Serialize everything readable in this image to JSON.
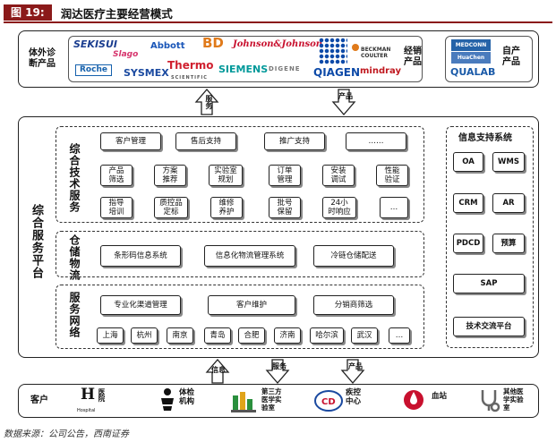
{
  "figure": {
    "tag": "图 19:",
    "title": "润达医疗主要经营模式"
  },
  "top": {
    "label1": "体外诊",
    "label2": "断产品",
    "logos": [
      "SEKISUI",
      "Slago",
      "Abbott",
      "BD",
      "Johnson&Johnson",
      "Roche",
      "SYSMEX",
      "Thermo",
      "SCIENTIFIC",
      "SIEMENS",
      "DIGENE",
      "QIAGEN",
      "BECKMAN",
      "COULTER",
      "mindray"
    ],
    "distribute_label1": "经销",
    "distribute_label2": "产品",
    "own_logos": [
      "MEDCONN",
      "HuaChen",
      "QUALAB"
    ],
    "own_label1": "自产",
    "own_label2": "产品"
  },
  "arrows": {
    "service": "服务",
    "product": "产品",
    "info": "信息",
    "service2": "服务",
    "product2": "产品"
  },
  "platform": {
    "label": "综合服务平台"
  },
  "tech": {
    "label": "综合技术服务",
    "row1": [
      "客户管理",
      "售后支持",
      "推广支持",
      "……"
    ],
    "row2": [
      "产品\n筛选",
      "方案\n推荐",
      "实验室\n规划",
      "订单\n管理",
      "安装\n调试",
      "性能\n验证"
    ],
    "row3": [
      "指导\n培训",
      "质控品\n定标",
      "维修\n养护",
      "批号\n保留",
      "24小\n时响应",
      "…"
    ]
  },
  "logistics": {
    "label": "仓储物流",
    "items": [
      "条形码信息系统",
      "信息化物流管理系统",
      "冷链仓储配送"
    ]
  },
  "network": {
    "label": "服务网络",
    "items": [
      "专业化渠道管理",
      "客户维护",
      "分销商筛选"
    ],
    "cities": [
      "上海",
      "杭州",
      "南京",
      "青岛",
      "合肥",
      "济南",
      "哈尔滨",
      "武汉",
      "…"
    ]
  },
  "info_sys": {
    "label": "信息支持系统",
    "items": [
      "OA",
      "WMS",
      "CRM",
      "AR",
      "PDCD",
      "预算",
      "SAP",
      "技术交流平台"
    ]
  },
  "customers": {
    "label": "客户",
    "items": [
      "医院",
      "Hospital",
      "体检\n机构",
      "第三方\n医学实\n验室",
      "疾控\n中心",
      "血站",
      "其他医\n学实验\n室"
    ]
  },
  "source": "数据来源：公司公告，西南证券",
  "colors": {
    "brand": "#8b1a1a",
    "sekisui": "#1a3d8f",
    "abbott": "#1a56b8",
    "bd": "#e07a1a",
    "jj": "#c8102e",
    "roche": "#1561ad",
    "sysmex": "#1b4aa0",
    "thermo": "#d0202f",
    "siemens": "#00999a",
    "qiagen": "#0d4aa8",
    "mindray": "#c0181f",
    "qualab": "#1a5aa8"
  }
}
